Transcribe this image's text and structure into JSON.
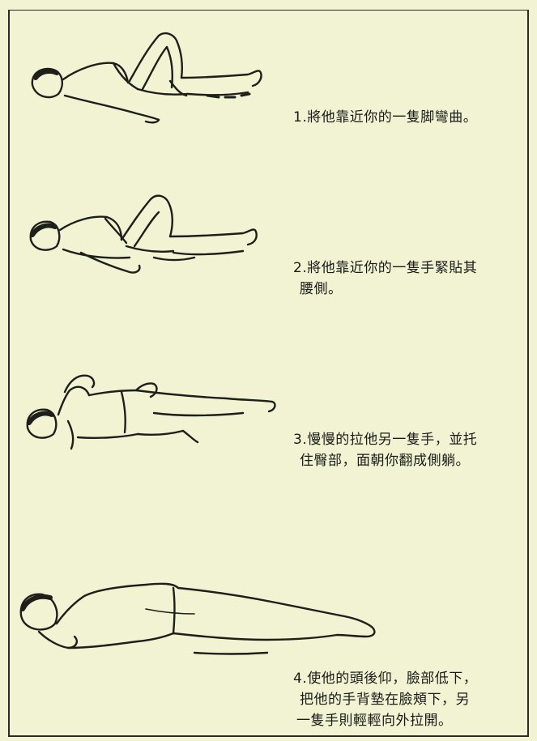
{
  "steps": [
    {
      "lines": [
        "1.將他靠近你的一隻脚彎曲。"
      ]
    },
    {
      "lines": [
        "2.將他靠近你的一隻手緊貼其",
        "腰側。"
      ]
    },
    {
      "lines": [
        "3.慢慢的拉他另一隻手，並托",
        "住臀部，面朝你翻成側躺。"
      ]
    },
    {
      "lines": [
        "4.使他的頭後仰，臉部低下，",
        "把他的手背墊在臉頰下，另",
        "一隻手則輕輕向外拉開。"
      ]
    }
  ]
}
